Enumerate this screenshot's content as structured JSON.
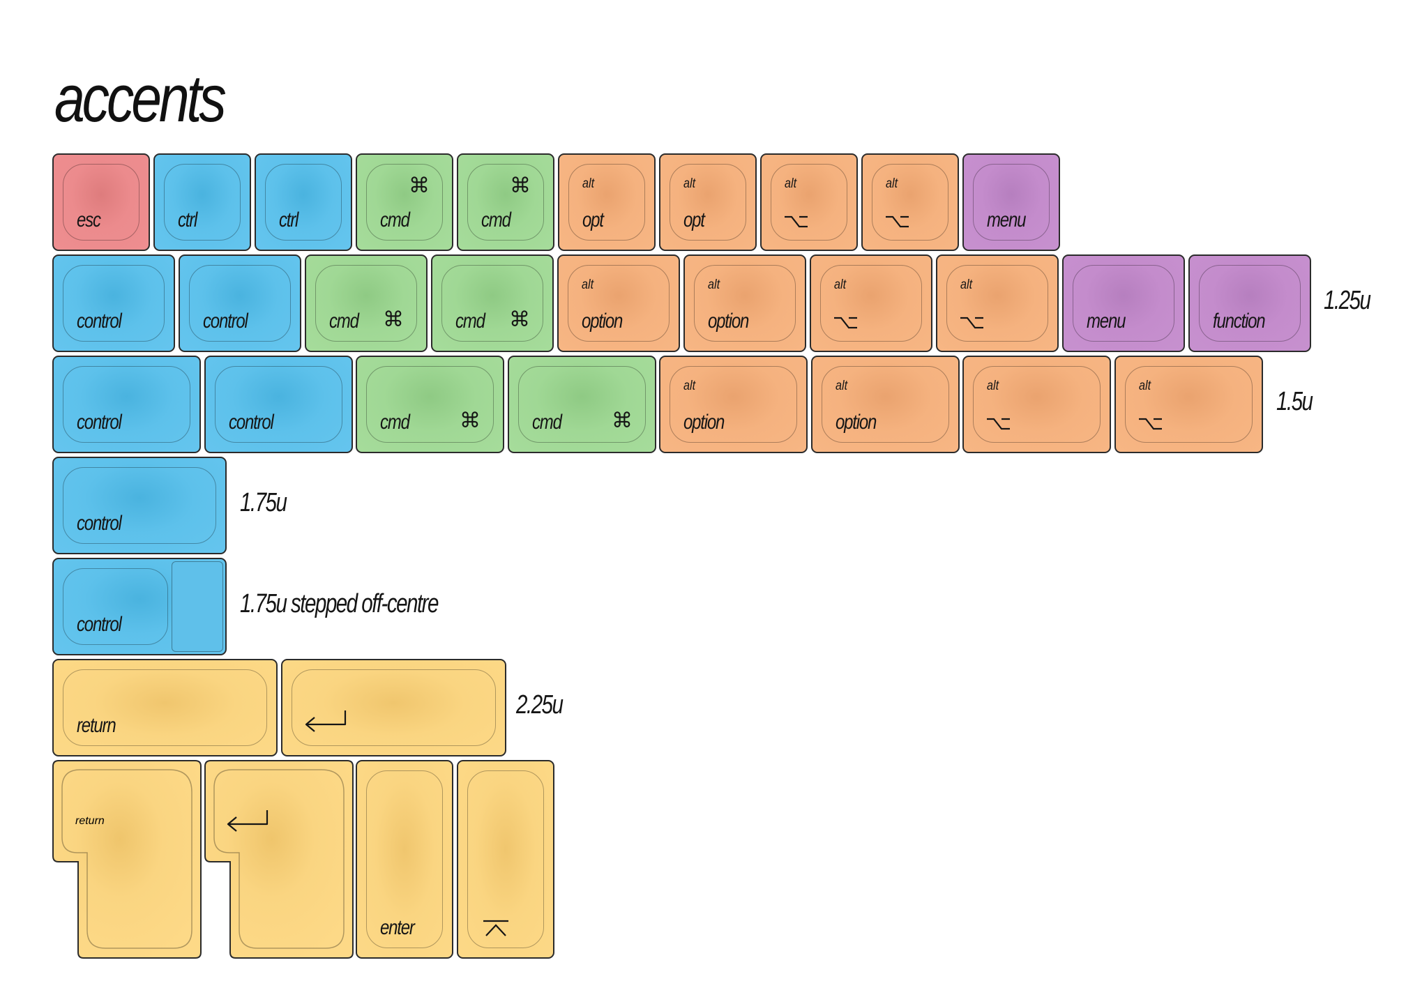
{
  "title": "accents",
  "colors": {
    "red": "#ee8e90",
    "blue": "#65c5ee",
    "green": "#a6dc9b",
    "orange": "#f7b684",
    "purple": "#c791cf",
    "yellow": "#fdd987",
    "outline": "#2b2b2b"
  },
  "rows": {
    "row1": {
      "keys": [
        {
          "legend": "esc",
          "color": "red"
        },
        {
          "legend": "ctrl",
          "color": "blue"
        },
        {
          "legend": "ctrl",
          "color": "blue"
        },
        {
          "legend": "cmd",
          "symbol": "⌘",
          "color": "green"
        },
        {
          "legend": "cmd",
          "symbol": "⌘",
          "color": "green"
        },
        {
          "legend": "opt",
          "sub": "alt",
          "color": "orange"
        },
        {
          "legend": "opt",
          "sub": "alt",
          "color": "orange"
        },
        {
          "sub": "alt",
          "icon": "option-key-icon",
          "color": "orange"
        },
        {
          "sub": "alt",
          "icon": "option-key-icon",
          "color": "orange"
        },
        {
          "legend": "menu",
          "color": "purple"
        }
      ]
    },
    "row2": {
      "label": "1.25u",
      "keys": [
        {
          "legend": "control",
          "color": "blue"
        },
        {
          "legend": "control",
          "color": "blue"
        },
        {
          "legend": "cmd",
          "symbol": "⌘",
          "color": "green"
        },
        {
          "legend": "cmd",
          "symbol": "⌘",
          "color": "green"
        },
        {
          "legend": "option",
          "sub": "alt",
          "color": "orange"
        },
        {
          "legend": "option",
          "sub": "alt",
          "color": "orange"
        },
        {
          "sub": "alt",
          "icon": "option-key-icon",
          "color": "orange"
        },
        {
          "sub": "alt",
          "icon": "option-key-icon",
          "color": "orange"
        },
        {
          "legend": "menu",
          "color": "purple"
        },
        {
          "legend": "function",
          "color": "purple"
        }
      ]
    },
    "row3": {
      "label": "1.5u",
      "keys": [
        {
          "legend": "control",
          "color": "blue"
        },
        {
          "legend": "control",
          "color": "blue"
        },
        {
          "legend": "cmd",
          "symbol": "⌘",
          "color": "green"
        },
        {
          "legend": "cmd",
          "symbol": "⌘",
          "color": "green"
        },
        {
          "legend": "option",
          "sub": "alt",
          "color": "orange"
        },
        {
          "legend": "option",
          "sub": "alt",
          "color": "orange"
        },
        {
          "sub": "alt",
          "icon": "option-key-icon",
          "color": "orange"
        },
        {
          "sub": "alt",
          "icon": "option-key-icon",
          "color": "orange"
        }
      ]
    },
    "row4": {
      "label": "1.75u",
      "keys": [
        {
          "legend": "control",
          "color": "blue"
        }
      ]
    },
    "row5": {
      "label": "1.75u stepped off-centre",
      "keys": [
        {
          "legend": "control",
          "color": "blue"
        }
      ]
    },
    "row6": {
      "label": "2.25u",
      "keys": [
        {
          "legend": "return",
          "color": "yellow"
        },
        {
          "icon": "return-arrow-icon",
          "color": "yellow"
        }
      ]
    },
    "row7": {
      "keys": [
        {
          "legend": "return",
          "color": "yellow"
        },
        {
          "icon": "return-arrow-icon",
          "color": "yellow"
        },
        {
          "legend": "enter",
          "color": "yellow"
        },
        {
          "icon": "eject-up-icon",
          "color": "yellow"
        }
      ]
    }
  }
}
